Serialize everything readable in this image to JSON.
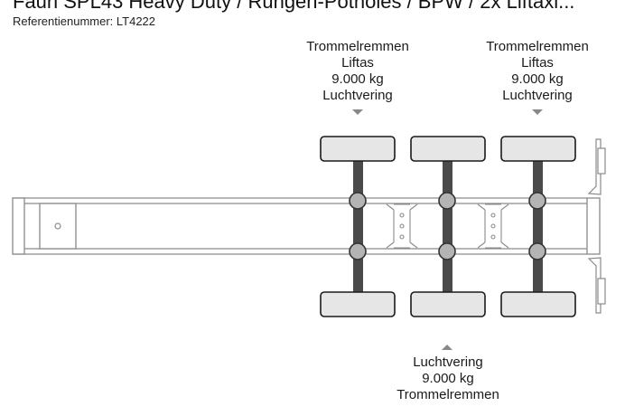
{
  "header": {
    "title": "Faun SPL43 Heavy Duty / Rungen-Potholes / BPW / 2x Liftaxl...",
    "reference": "Referentienummer: LT4222"
  },
  "axles": [
    {
      "lines": [
        "Trommelremmen",
        "Liftas",
        "9.000 kg",
        "Luchtvering"
      ]
    },
    {
      "lines": [
        "Luchtvering",
        "9.000 kg",
        "Trommelremmen"
      ]
    },
    {
      "lines": [
        "Trommelremmen",
        "Liftas",
        "9.000 kg",
        "Luchtvering"
      ]
    }
  ],
  "colors": {
    "tire_fill": "#e6e6e6",
    "axle_bar": "#4a4a4a",
    "hub": "#b4b4b4",
    "frame_line": "#8a8a8a",
    "marker": "#888888"
  }
}
